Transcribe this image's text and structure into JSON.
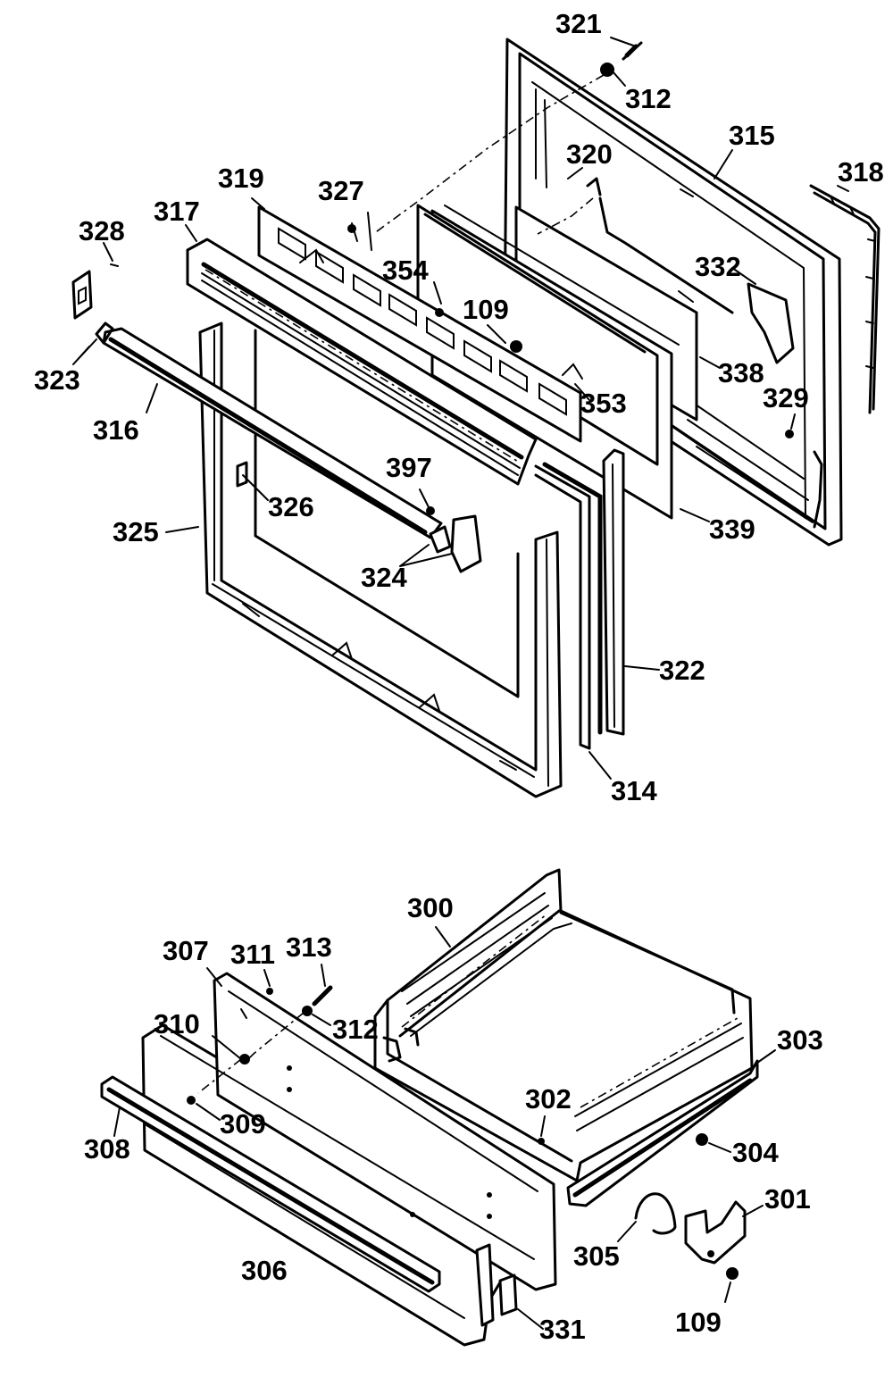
{
  "labels": {
    "p321": "321",
    "p312a": "312",
    "p315": "315",
    "p320": "320",
    "p318": "318",
    "p319": "319",
    "p327": "327",
    "p317": "317",
    "p328": "328",
    "p354": "354",
    "p109a": "109",
    "p332": "332",
    "p323": "323",
    "p338": "338",
    "p329": "329",
    "p353": "353",
    "p316": "316",
    "p397": "397",
    "p326": "326",
    "p339": "339",
    "p325": "325",
    "p324": "324",
    "p322": "322",
    "p314": "314",
    "p300": "300",
    "p307": "307",
    "p311": "311",
    "p313": "313",
    "p310": "310",
    "p312b": "312",
    "p303": "303",
    "p302": "302",
    "p309": "309",
    "p308": "308",
    "p304": "304",
    "p301": "301",
    "p305": "305",
    "p306": "306",
    "p331": "331",
    "p109b": "109"
  }
}
